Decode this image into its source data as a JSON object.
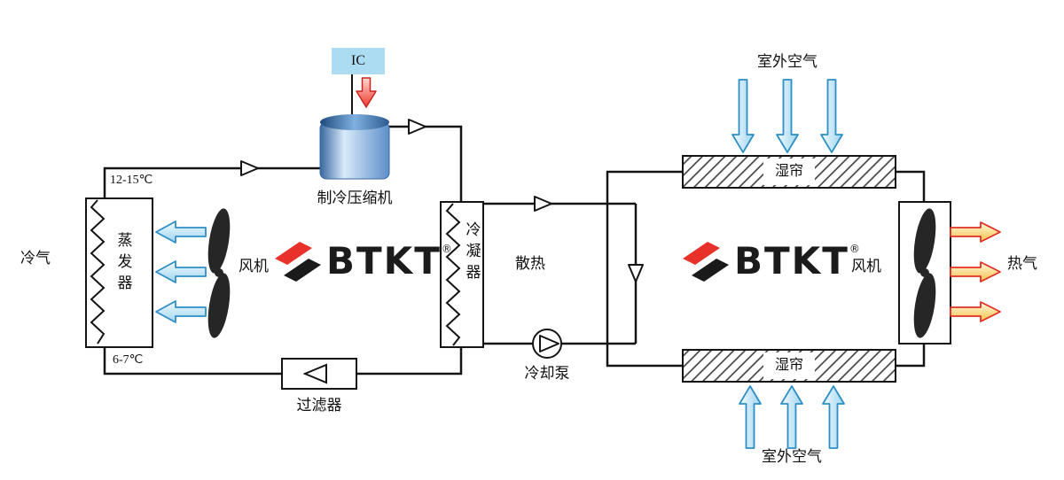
{
  "logo": {
    "text": "BTKT",
    "registered": "®"
  },
  "left_section": {
    "ic_label": "IC",
    "compressor_label": "制冷压缩机",
    "temp_out": "12-15℃",
    "temp_in": "6-7℃",
    "cold_air_label": "冷气",
    "evaporator_label": "蒸发器",
    "fan_label": "风机",
    "filter_label": "过滤器"
  },
  "middle_section": {
    "condenser_label": "冷凝器",
    "heat_dissipation_label": "散热",
    "cooling_pump_label": "冷却泵"
  },
  "right_section": {
    "wet_curtain_top_label": "湿帘",
    "wet_curtain_bottom_label": "湿帘",
    "outdoor_air_top_label": "室外空气",
    "outdoor_air_bottom_label": "室外空气",
    "fan_label": "风机",
    "hot_air_label": "热气"
  },
  "colors": {
    "pipe": "#141414",
    "logo_red": "#e8312a",
    "arrow_blue_stroke": "#2e8fc5",
    "arrow_hot_stroke": "#e03026",
    "ic_fill": "#abdcf2",
    "compressor_blue": "#5d8ec9"
  }
}
